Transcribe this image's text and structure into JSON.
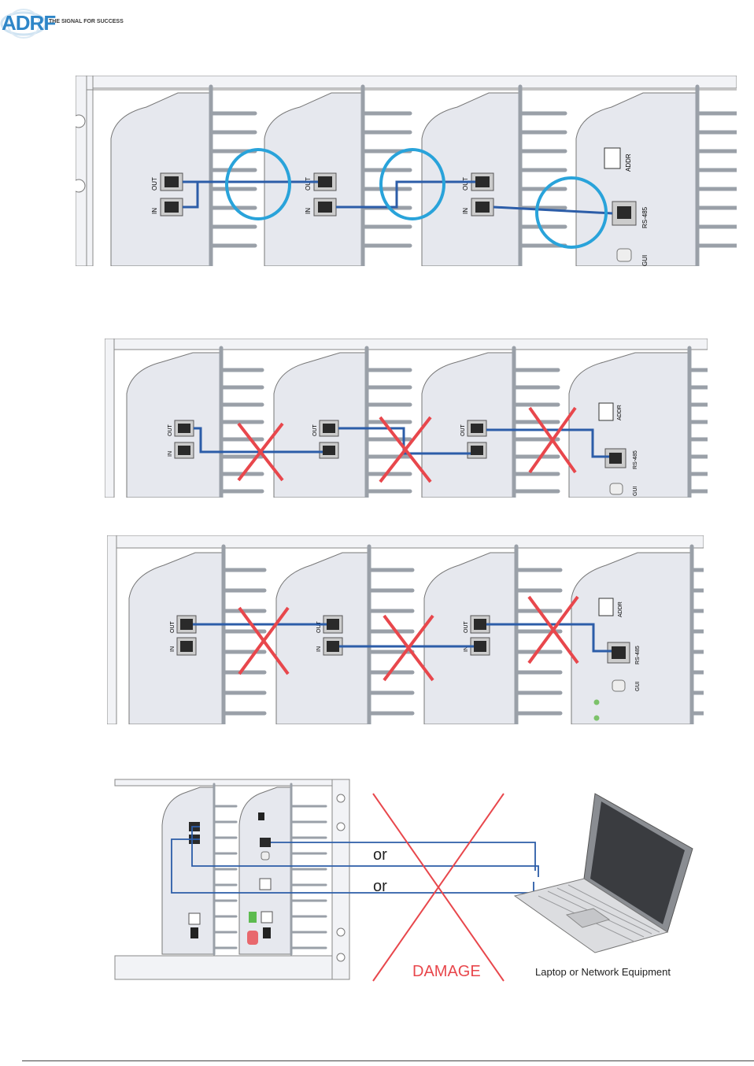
{
  "header": {
    "logo_text": "ADRF",
    "tagline": "THE SIGNAL FOR SUCCESS"
  },
  "panels": [
    {
      "id": "correct",
      "ports": {
        "out": "OUT",
        "in": "IN"
      },
      "controller": {
        "addr": "ADDR",
        "rs485": "RS-485",
        "gui": "GUI"
      }
    },
    {
      "id": "wrong-1",
      "ports": {
        "out": "OUT",
        "in": "IN"
      },
      "controller": {
        "addr": "ADDR",
        "rs485": "RS-485",
        "gui": "GUI"
      }
    },
    {
      "id": "wrong-2",
      "ports": {
        "out": "OUT",
        "in": "IN"
      },
      "controller": {
        "addr": "ADDR",
        "rs485": "RS-485",
        "gui": "GUI"
      }
    }
  ],
  "damage_panel": {
    "or_1": "or",
    "or_2": "or",
    "damage_label": "DAMAGE",
    "laptop_caption": "Laptop or Network Equipment"
  },
  "colors": {
    "cable": "#2c5da8",
    "highlight_circle": "#29a3da",
    "cross": "#e8474c",
    "damage_cross": "#e8474c",
    "module_fill": "#e6e8ee",
    "logo": "#2e86c8"
  }
}
